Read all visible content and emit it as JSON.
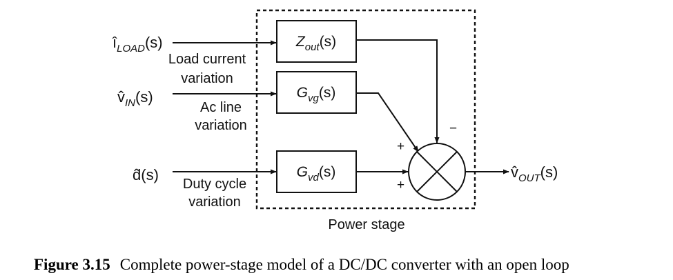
{
  "diagram": {
    "inputs": {
      "i_load": {
        "base": "î",
        "sub": "LOAD",
        "arg": "(s)",
        "desc_line1": "Load current",
        "desc_line2": "variation"
      },
      "v_in": {
        "base": "v̂",
        "sub": "IN",
        "arg": "(s)",
        "desc_line1": "Ac line",
        "desc_line2": "variation"
      },
      "d": {
        "base": "d̂",
        "arg": "(s)",
        "desc_line1": "Duty cycle",
        "desc_line2": "variation"
      }
    },
    "blocks": {
      "zout": {
        "base": "Z",
        "sub": "out",
        "arg": "(s)"
      },
      "gvg": {
        "base": "G",
        "sub": "vg",
        "arg": "(s)"
      },
      "gvd": {
        "base": "G",
        "sub": "vd",
        "arg": "(s)"
      }
    },
    "summer": {
      "sign_top": "−",
      "sign_left_upper": "+",
      "sign_left_lower": "+"
    },
    "output": {
      "base": "v̂",
      "sub": "OUT",
      "arg": "(s)"
    },
    "power_stage_label": "Power stage"
  },
  "caption": {
    "number": "Figure 3.15",
    "text": "Complete power-stage model of a DC/DC converter with an open loop"
  }
}
